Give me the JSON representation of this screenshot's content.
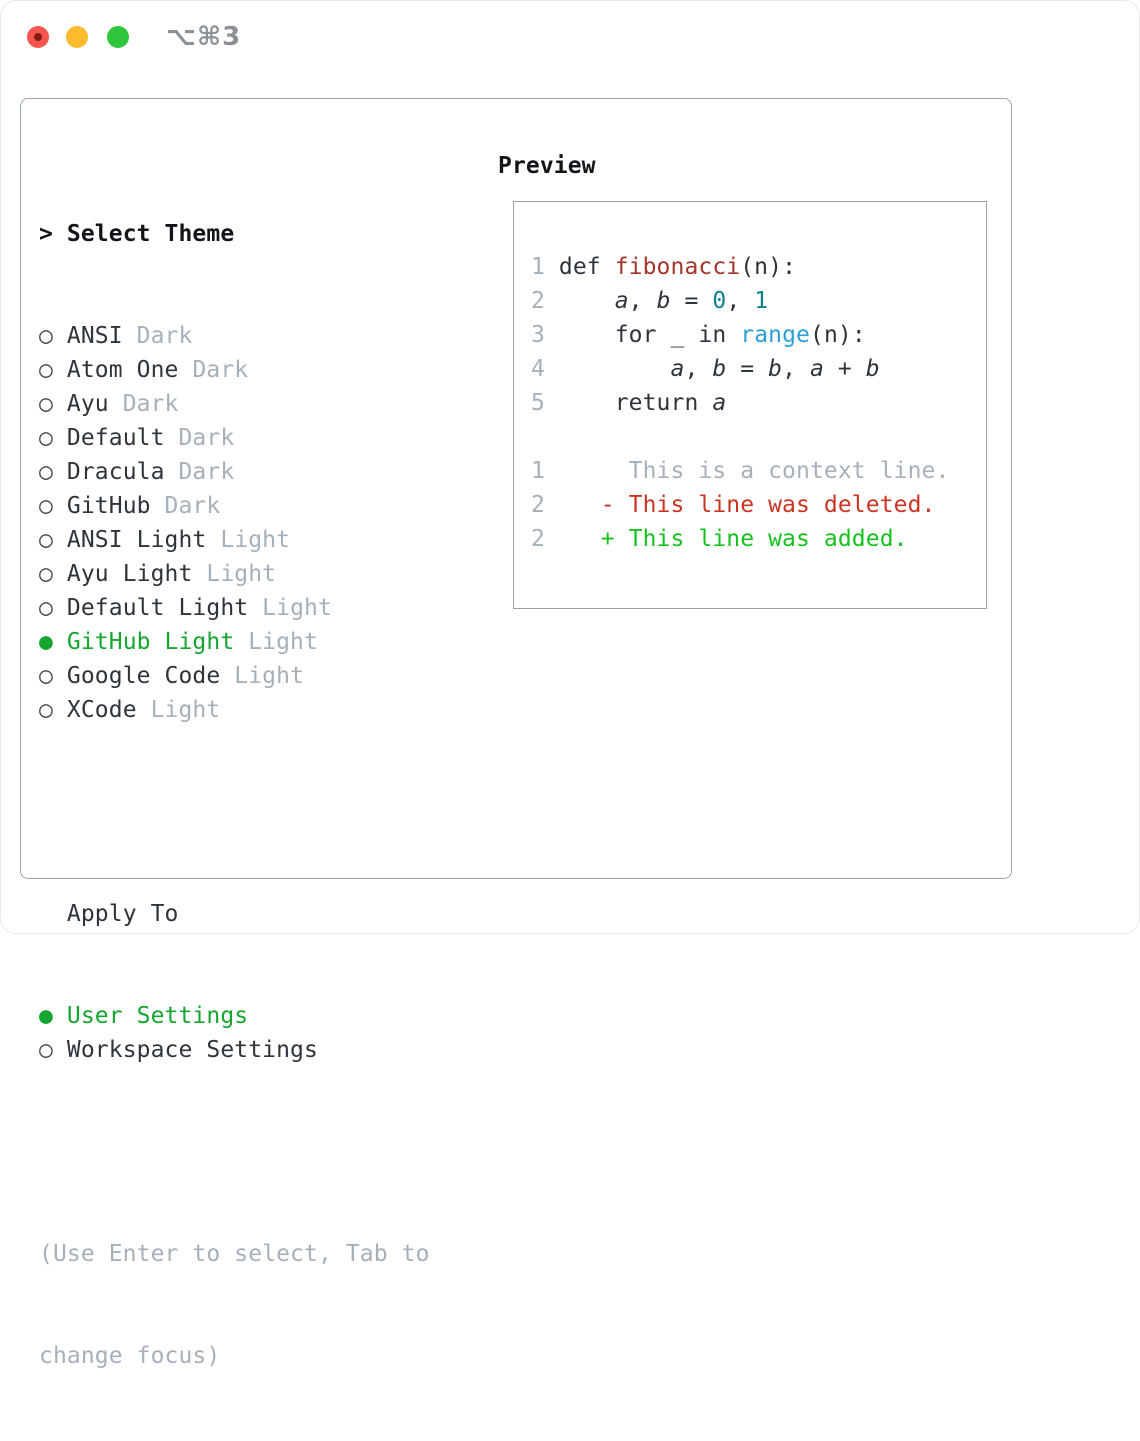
{
  "window": {
    "title": "⌥⌘3",
    "controls": [
      {
        "name": "close",
        "color": "#f4554d"
      },
      {
        "name": "minimize",
        "color": "#fbbb2c"
      },
      {
        "name": "zoom",
        "color": "#2fc53c"
      }
    ]
  },
  "theme_panel": {
    "header": {
      "prefix": ">",
      "label": "Select Theme"
    },
    "themes": [
      {
        "name": "ANSI",
        "variant": "Dark",
        "selected": false
      },
      {
        "name": "Atom One",
        "variant": "Dark",
        "selected": false
      },
      {
        "name": "Ayu",
        "variant": "Dark",
        "selected": false
      },
      {
        "name": "Default",
        "variant": "Dark",
        "selected": false
      },
      {
        "name": "Dracula",
        "variant": "Dark",
        "selected": false
      },
      {
        "name": "GitHub",
        "variant": "Dark",
        "selected": false
      },
      {
        "name": "ANSI Light",
        "variant": "Light",
        "selected": false
      },
      {
        "name": "Ayu Light",
        "variant": "Light",
        "selected": false
      },
      {
        "name": "Default Light",
        "variant": "Light",
        "selected": false
      },
      {
        "name": "GitHub Light",
        "variant": "Light",
        "selected": true
      },
      {
        "name": "Google Code",
        "variant": "Light",
        "selected": false
      },
      {
        "name": "XCode",
        "variant": "Light",
        "selected": false
      }
    ],
    "apply_to": {
      "label": "Apply To",
      "options": [
        {
          "label": "User Settings",
          "selected": true
        },
        {
          "label": "Workspace Settings",
          "selected": false
        }
      ]
    },
    "markers": {
      "unselected": "○",
      "selected": "●"
    },
    "help_lines": [
      "(Use Enter to select, Tab to",
      "change focus)"
    ]
  },
  "preview": {
    "title": "Preview",
    "code_lines": [
      {
        "num": "1",
        "tokens": [
          {
            "t": "def ",
            "c": "kw"
          },
          {
            "t": "fibonacci",
            "c": "fn"
          },
          {
            "t": "(n):",
            "c": "pl"
          }
        ]
      },
      {
        "num": "2",
        "tokens": [
          {
            "t": "    ",
            "c": "pl"
          },
          {
            "t": "a",
            "c": "vr"
          },
          {
            "t": ", ",
            "c": "pl"
          },
          {
            "t": "b",
            "c": "vr"
          },
          {
            "t": " = ",
            "c": "pl"
          },
          {
            "t": "0",
            "c": "nm"
          },
          {
            "t": ", ",
            "c": "pl"
          },
          {
            "t": "1",
            "c": "nm"
          }
        ]
      },
      {
        "num": "3",
        "tokens": [
          {
            "t": "    ",
            "c": "pl"
          },
          {
            "t": "for",
            "c": "kw"
          },
          {
            "t": " _ ",
            "c": "pl"
          },
          {
            "t": "in",
            "c": "kw"
          },
          {
            "t": " ",
            "c": "pl"
          },
          {
            "t": "range",
            "c": "bi"
          },
          {
            "t": "(n):",
            "c": "pl"
          }
        ]
      },
      {
        "num": "4",
        "tokens": [
          {
            "t": "        ",
            "c": "pl"
          },
          {
            "t": "a",
            "c": "vr"
          },
          {
            "t": ", ",
            "c": "pl"
          },
          {
            "t": "b",
            "c": "vr"
          },
          {
            "t": " = ",
            "c": "pl"
          },
          {
            "t": "b",
            "c": "vr"
          },
          {
            "t": ", ",
            "c": "pl"
          },
          {
            "t": "a",
            "c": "vr"
          },
          {
            "t": " + ",
            "c": "pl"
          },
          {
            "t": "b",
            "c": "vr"
          }
        ]
      },
      {
        "num": "5",
        "tokens": [
          {
            "t": "    ",
            "c": "pl"
          },
          {
            "t": "return ",
            "c": "kw"
          },
          {
            "t": "a",
            "c": "vr"
          }
        ]
      },
      {
        "num": "",
        "tokens": []
      },
      {
        "num": "1",
        "tokens": [
          {
            "t": "     This is a context line.",
            "c": "ctx"
          }
        ]
      },
      {
        "num": "2",
        "tokens": [
          {
            "t": "   - This line was deleted.",
            "c": "del"
          }
        ]
      },
      {
        "num": "2",
        "tokens": [
          {
            "t": "   + This line was added.",
            "c": "add"
          }
        ]
      }
    ]
  },
  "colors": {
    "selected_green": "#16a52f",
    "added_green": "#17c21e",
    "deleted_red": "#ca3423",
    "function_red": "#a3362b",
    "number_teal": "#11808d",
    "builtin_blue": "#2d9ed6",
    "muted_gray": "#a6b0ba",
    "panel_border": "#9aa3ae"
  }
}
